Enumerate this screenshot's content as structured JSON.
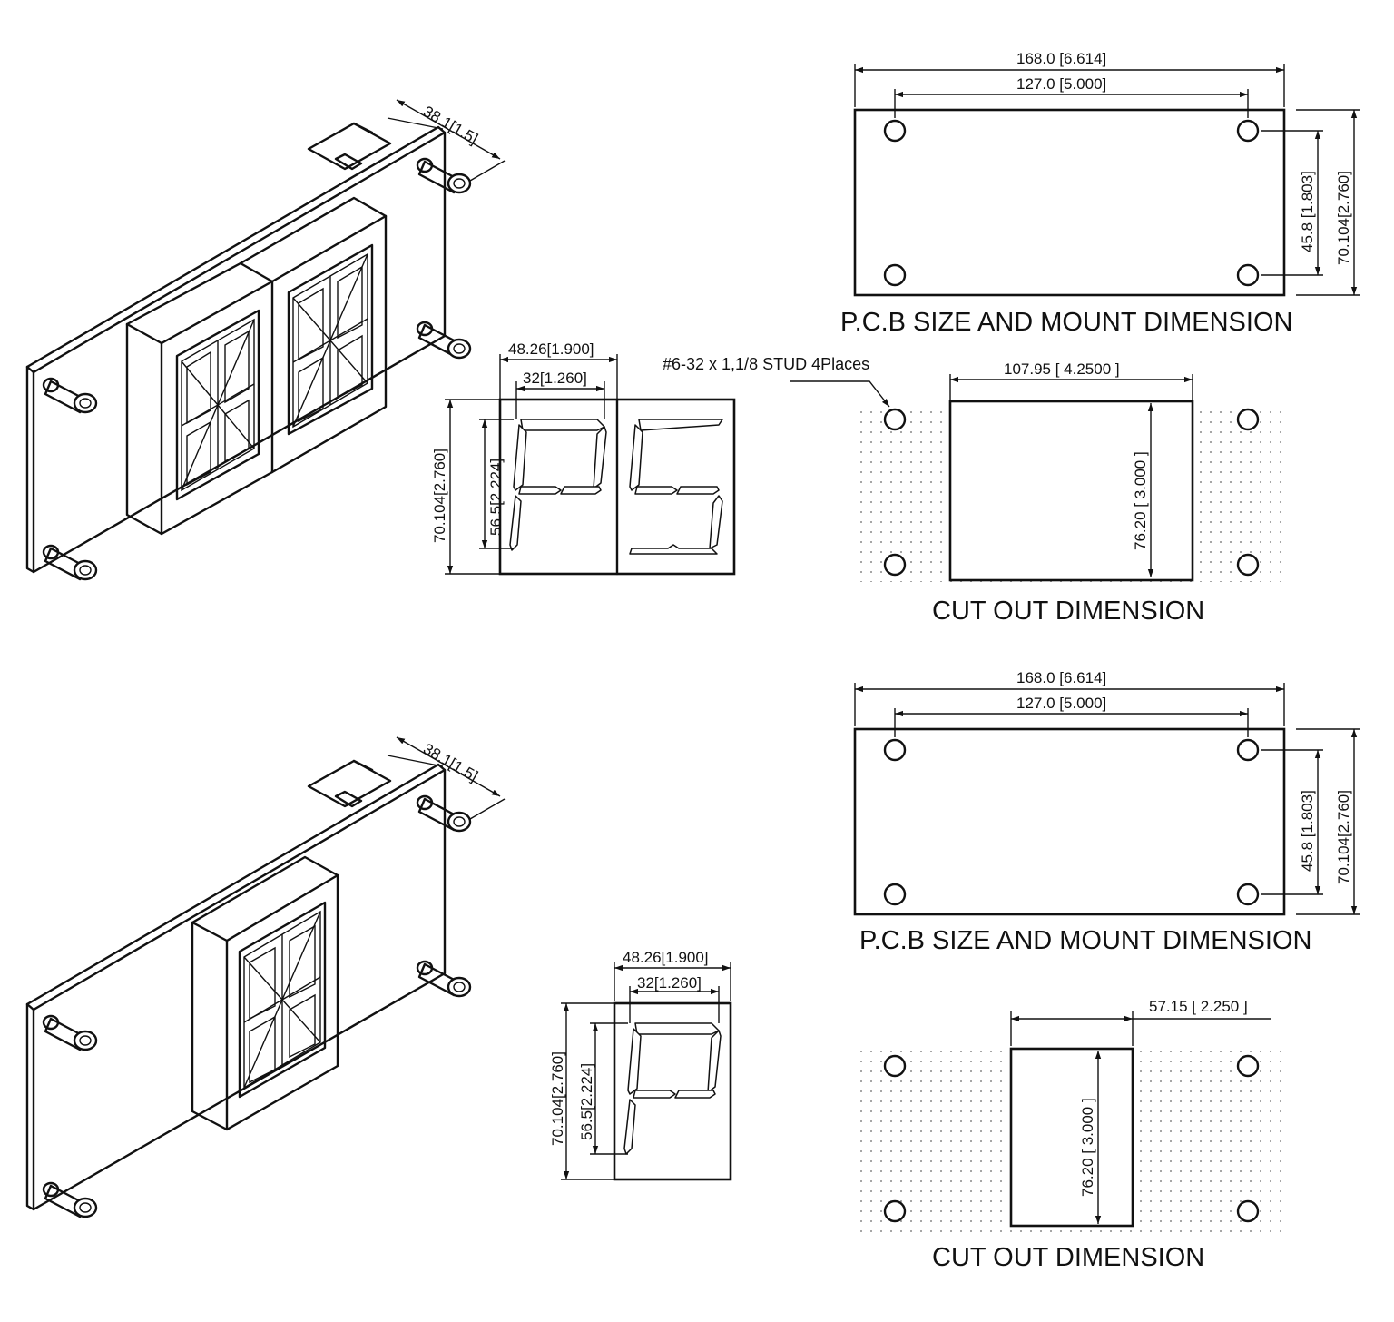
{
  "top": {
    "iso_depth": "38.1[1.5]",
    "front_width_outer": "48.26[1.900]",
    "front_width_inner": "32[1.260]",
    "front_height_outer": "70.104[2.760]",
    "front_height_inner": "56.5[2.224]",
    "pcb_width_outer": "168.0 [6.614]",
    "pcb_width_inner": "127.0 [5.000]",
    "pcb_height_inner": "45.8 [1.803]",
    "pcb_height_outer": "70.104[2.760]",
    "pcb_title": "P.C.B SIZE AND MOUNT DIMENSION",
    "stud_note": "#6-32 x 1,1/8 STUD  4Places",
    "cutout_width": "107.95 [ 4.2500 ]",
    "cutout_height": "76.20 [ 3.000 ]",
    "cutout_title": "CUT OUT DIMENSION"
  },
  "bottom": {
    "iso_depth": "38.1[1.5]",
    "front_width_outer": "48.26[1.900]",
    "front_width_inner": "32[1.260]",
    "front_height_outer": "70.104[2.760]",
    "front_height_inner": "56.5[2.224]",
    "pcb_width_outer": "168.0 [6.614]",
    "pcb_width_inner": "127.0 [5.000]",
    "pcb_height_inner": "45.8 [1.803]",
    "pcb_height_outer": "70.104[2.760]",
    "pcb_title": "P.C.B SIZE AND MOUNT DIMENSION",
    "cutout_width": "57.15 [ 2.250 ]",
    "cutout_height": "76.20 [ 3.000 ]",
    "cutout_title": "CUT OUT DIMENSION"
  }
}
